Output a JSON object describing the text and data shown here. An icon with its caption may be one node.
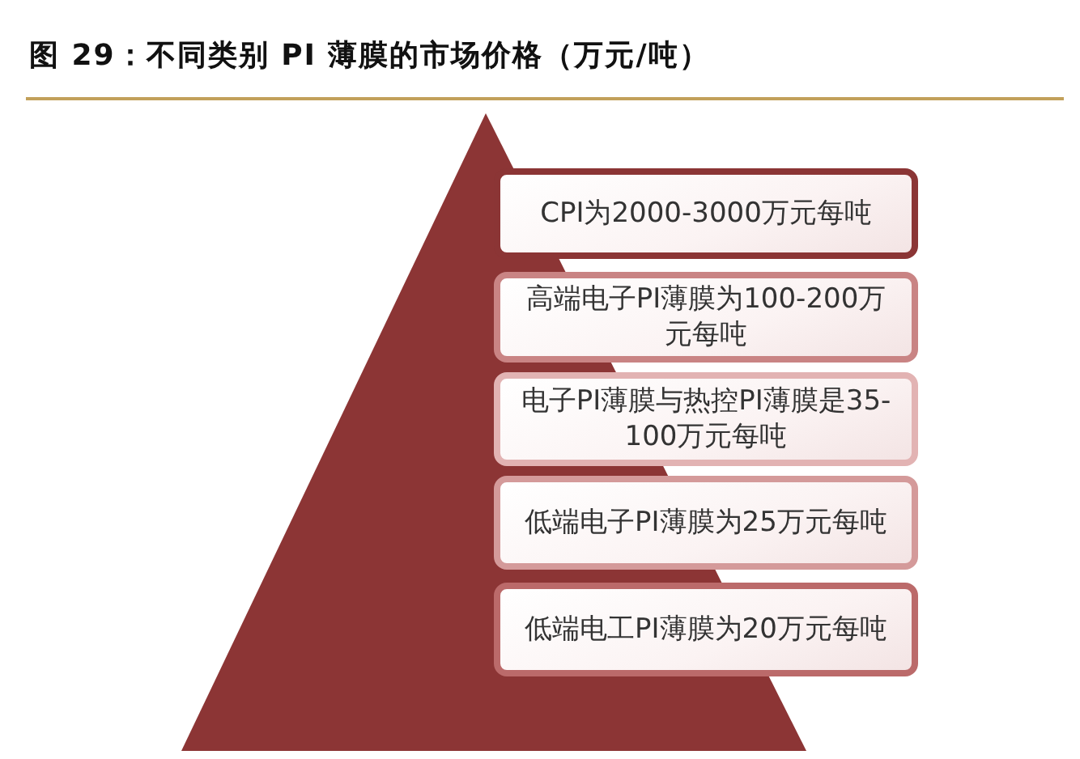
{
  "diagram": {
    "title": "图 29：不同类别 PI 薄膜的市场价格（万元/吨）",
    "nodes": [
      {
        "text": [
          "CPI为2000-3000万元每吨"
        ]
      },
      {
        "text": [
          "高端电子PI薄膜为100-200万元每吨"
        ]
      },
      {
        "text": [
          "电子PI薄膜与热控PI薄膜是35-100万元每吨"
        ]
      },
      {
        "text": [
          "低端电子PI薄膜为25万元每吨"
        ]
      },
      {
        "text": [
          "低端电工PI薄膜为20万元每吨"
        ]
      }
    ]
  }
}
